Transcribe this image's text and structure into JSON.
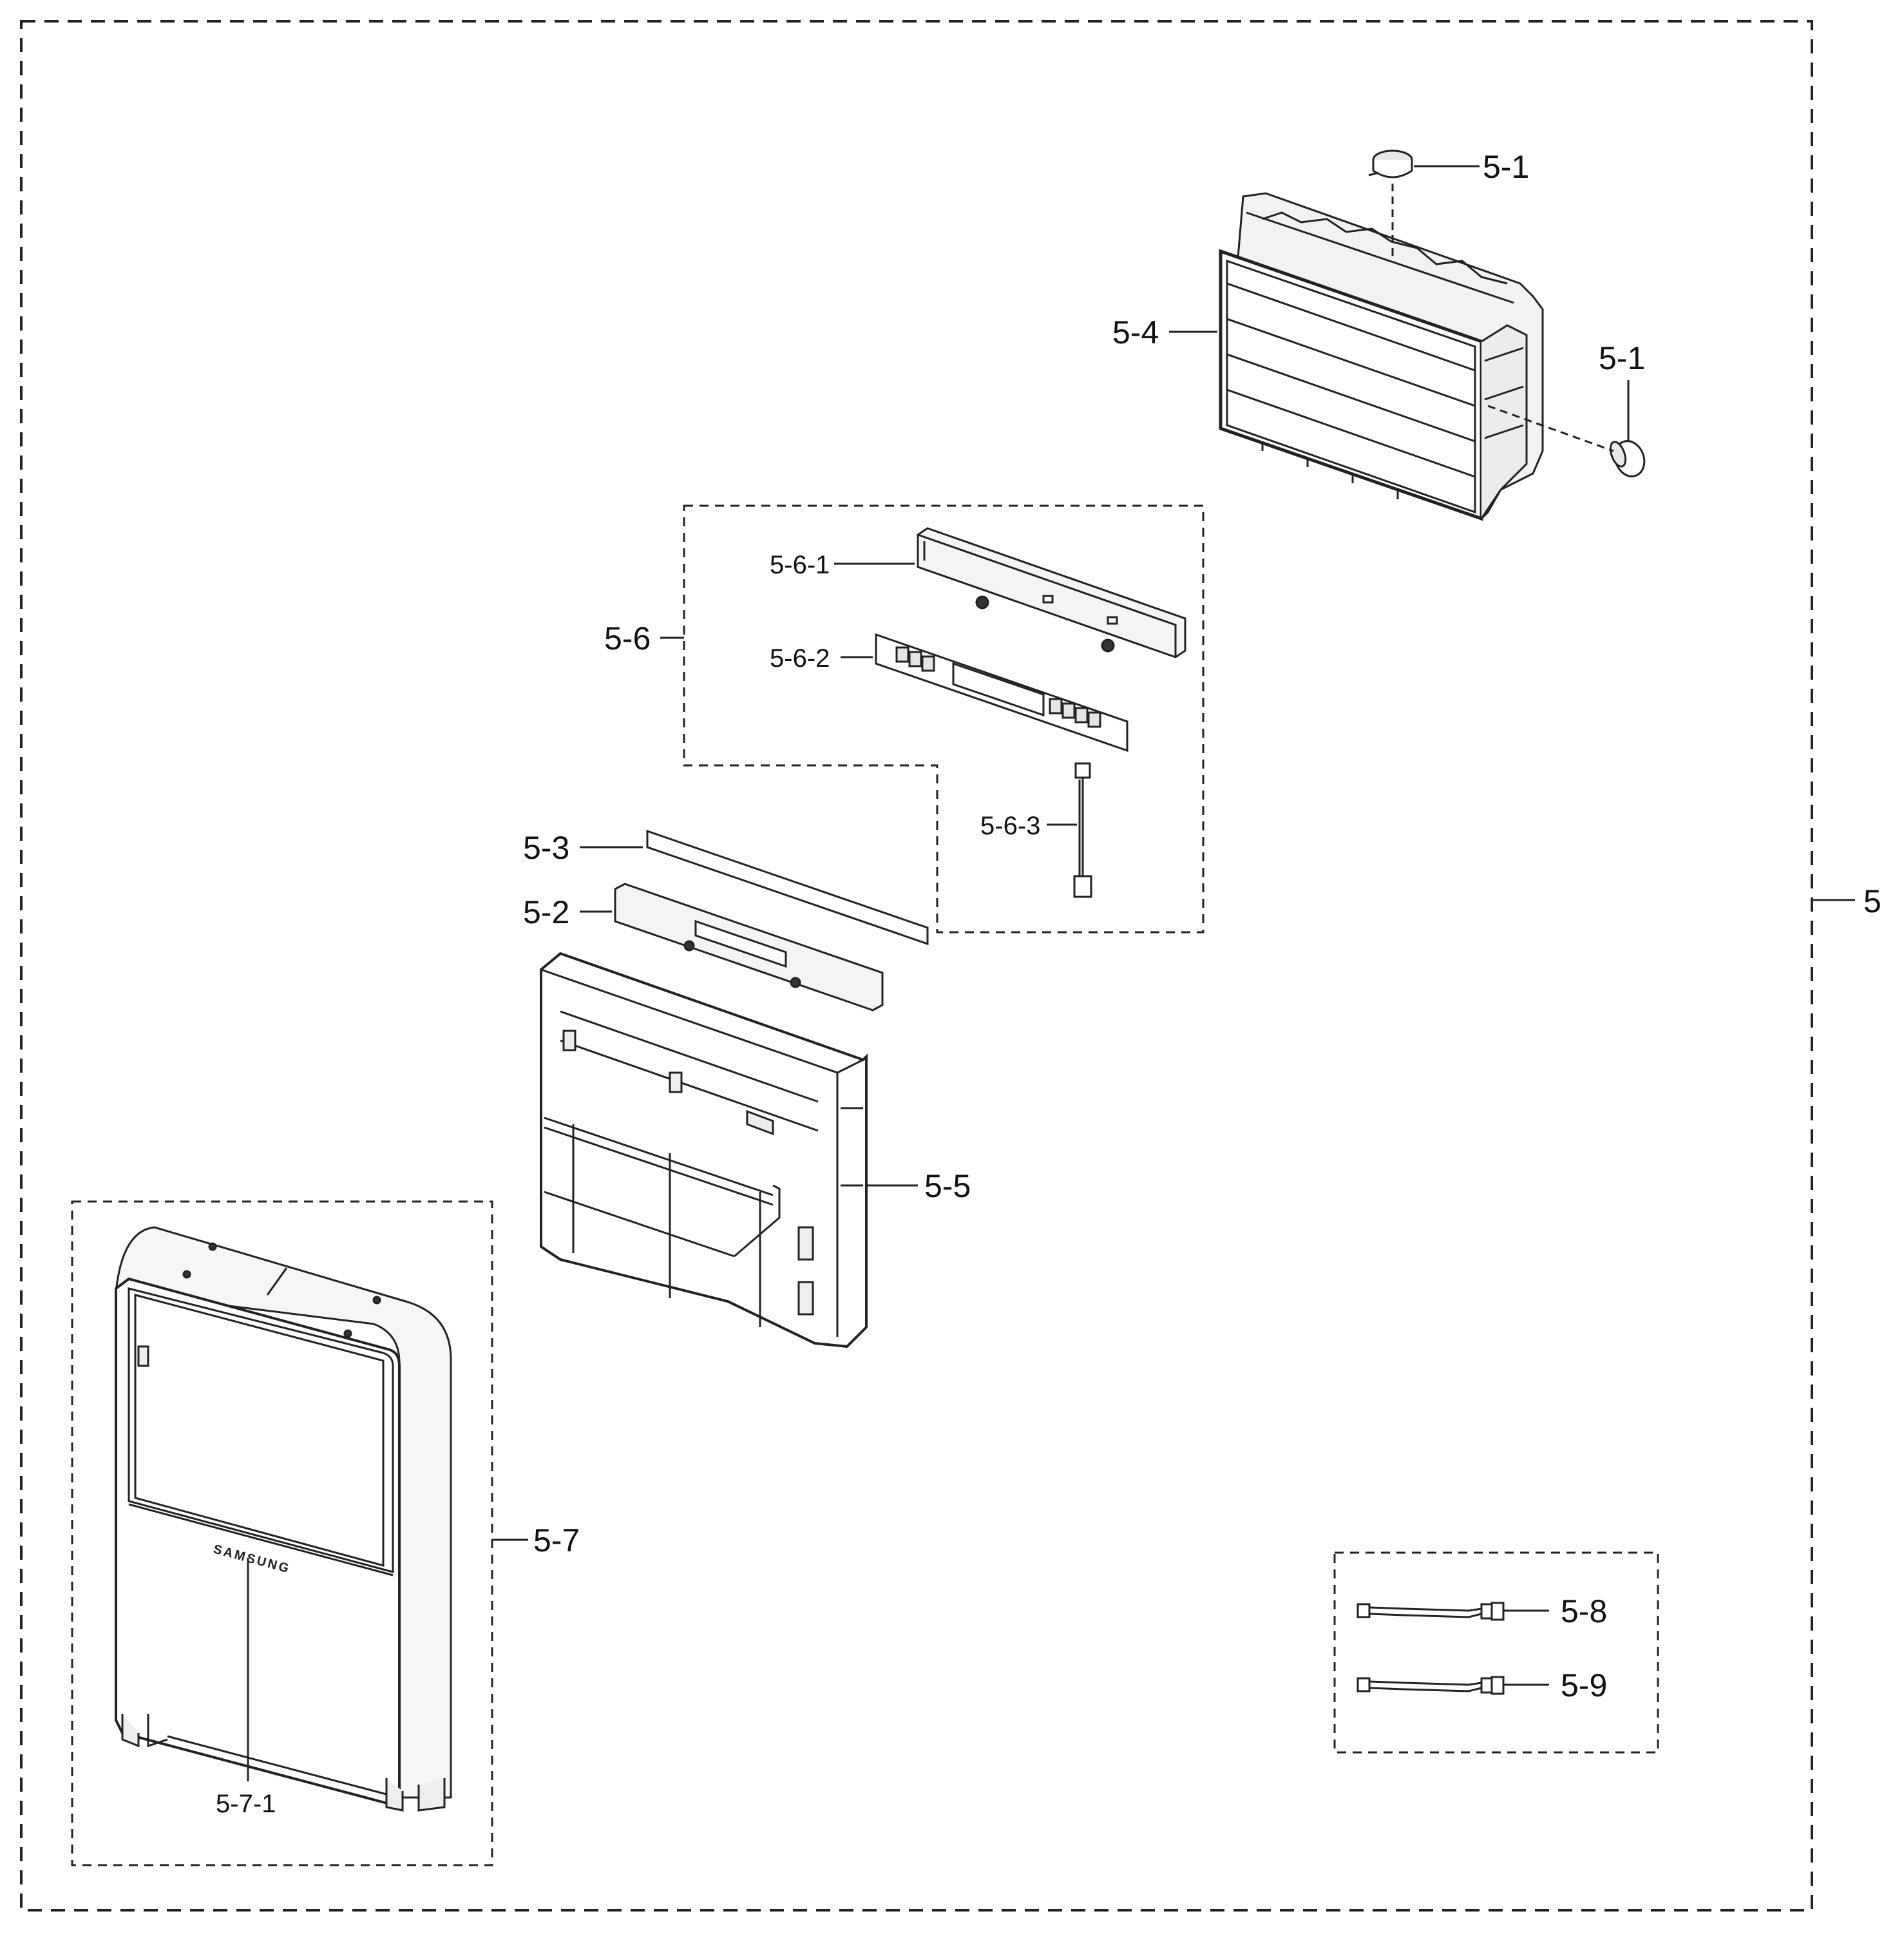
{
  "diagram": {
    "assembly_label": "5",
    "labels": {
      "l_5_1_top": "5-1",
      "l_5_1_right": "5-1",
      "l_5_4": "5-4",
      "l_5_6": "5-6",
      "l_5_6_1": "5-6-1",
      "l_5_6_2": "5-6-2",
      "l_5_6_3": "5-6-3",
      "l_5_3": "5-3",
      "l_5_2": "5-2",
      "l_5_5": "5-5",
      "l_5_7": "5-7",
      "l_5_7_1": "5-7-1",
      "l_5_8": "5-8",
      "l_5_9": "5-9"
    },
    "logo_text": "SAMSUNG"
  },
  "colors": {
    "line": "#222222",
    "fill": "#ffffff",
    "shade": "#e6e6e6"
  }
}
